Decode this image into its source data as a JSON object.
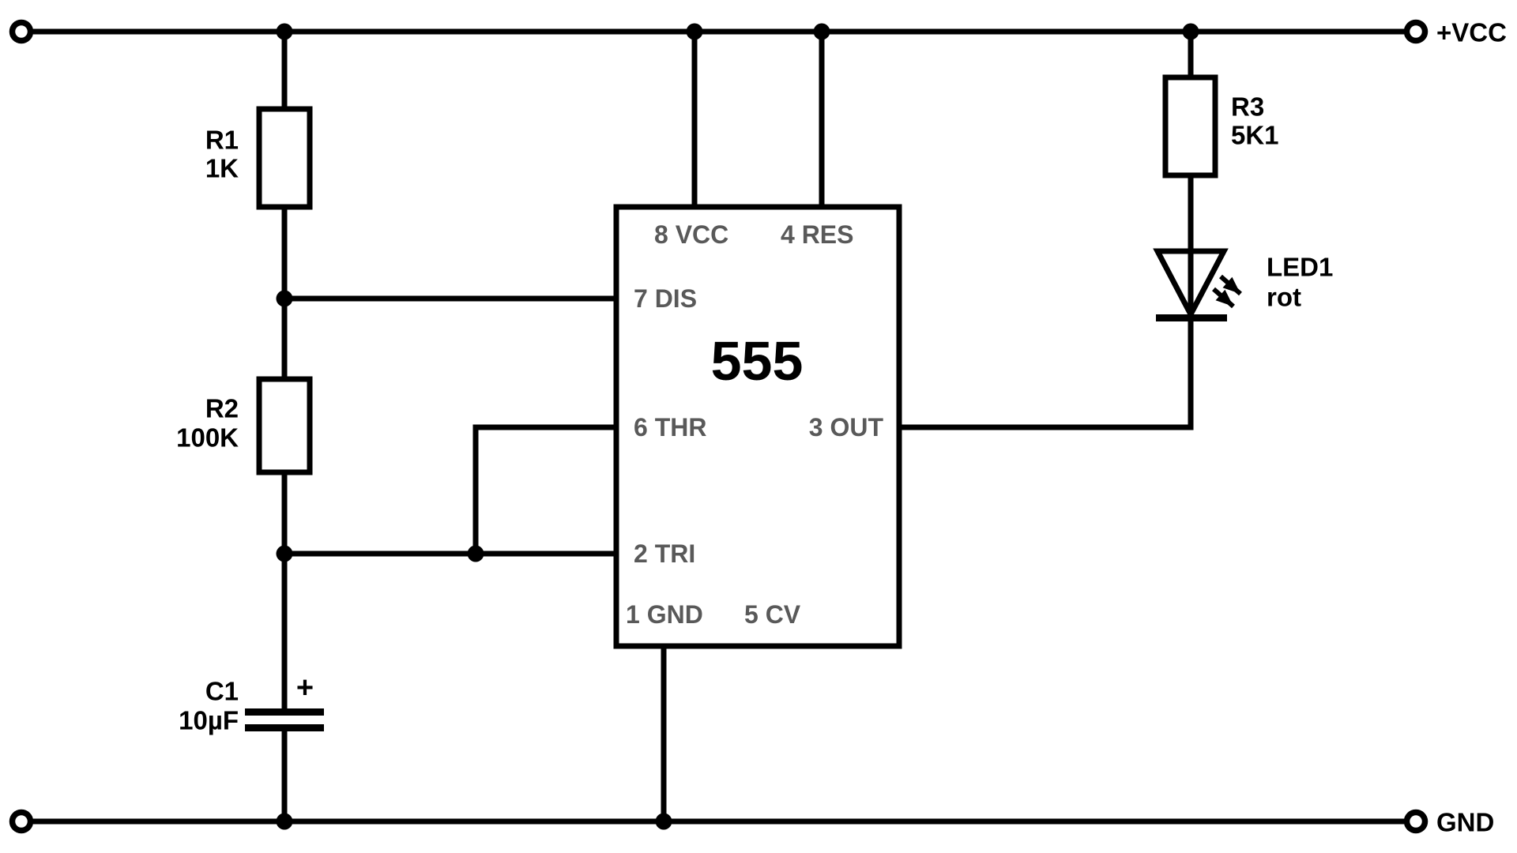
{
  "diagram": {
    "kind": "circuit-schematic",
    "subject": "555 timer astable LED blinker"
  },
  "rails": {
    "vcc_label": "+VCC",
    "gnd_label": "GND"
  },
  "ic": {
    "title": "555",
    "pins": {
      "p8": "8 VCC",
      "p4": "4 RES",
      "p7": "7 DIS",
      "p6": "6 THR",
      "p3": "3 OUT",
      "p2": "2 TRI",
      "p1": "1 GND",
      "p5": "5 CV"
    }
  },
  "components": {
    "r1": {
      "ref": "R1",
      "value": "1K"
    },
    "r2": {
      "ref": "R2",
      "value": "100K"
    },
    "r3": {
      "ref": "R3",
      "value": "5K1"
    },
    "c1": {
      "ref": "C1",
      "value": "10µF",
      "polarity": "+"
    },
    "led1": {
      "ref": "LED1",
      "value": "rot"
    }
  },
  "colors": {
    "line": "#000000",
    "pin_text": "#595959",
    "background": "#ffffff"
  }
}
